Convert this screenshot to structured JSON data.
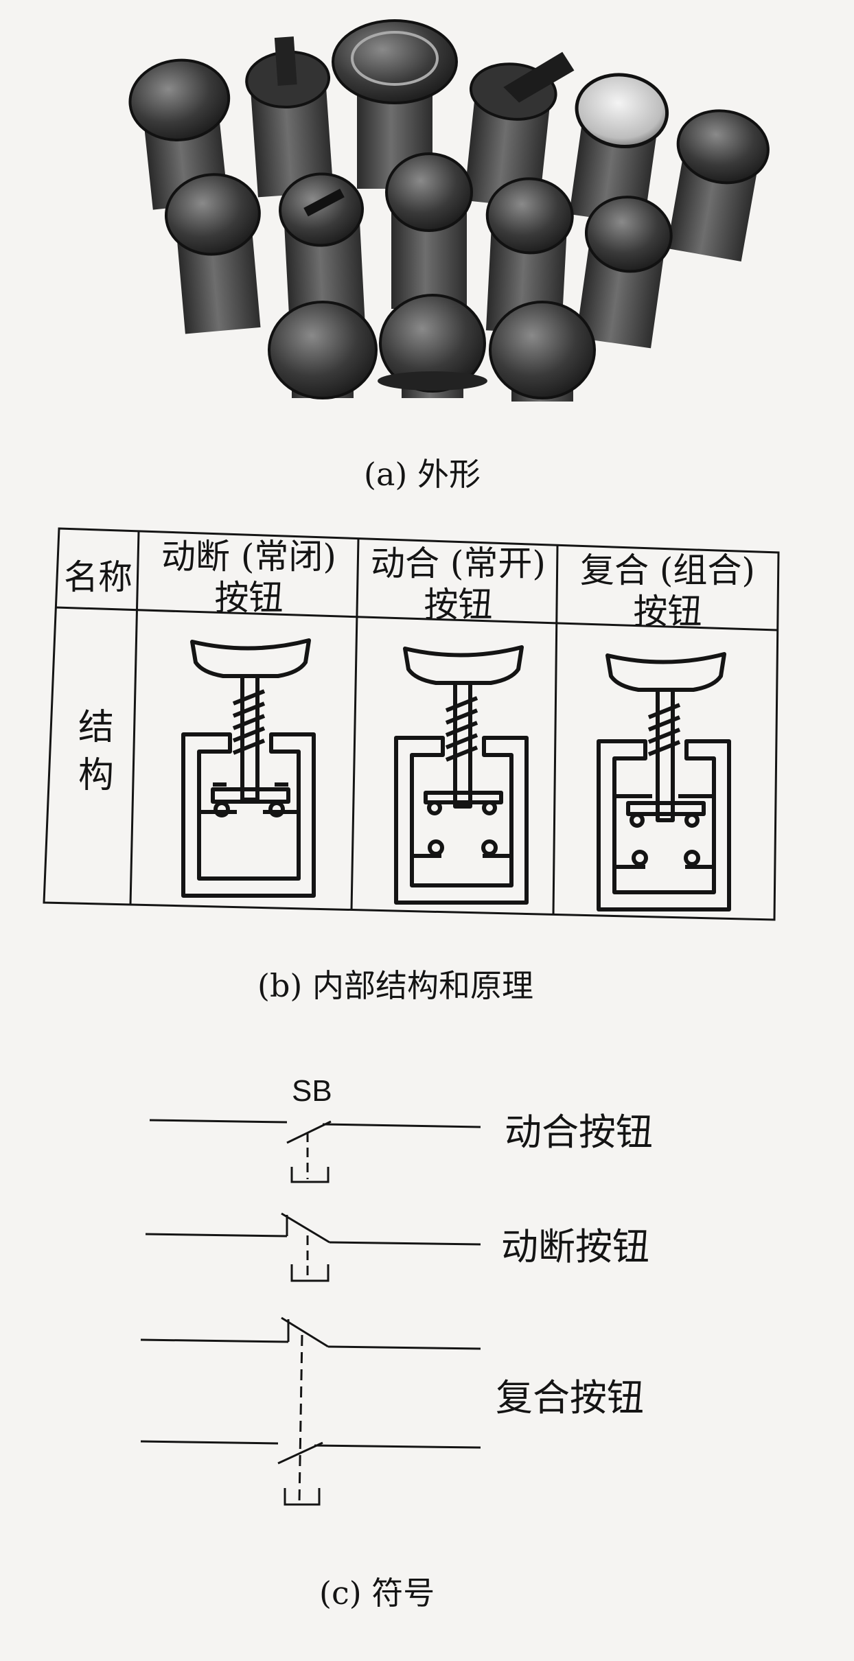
{
  "captions": {
    "a": "(a) 外形",
    "b": "(b) 内部结构和原理",
    "c": "(c) 符号"
  },
  "table": {
    "header_label": "名称",
    "columns": [
      {
        "line1": "动断 (常闭)",
        "line2": "按钮"
      },
      {
        "line1": "动合 (常开)",
        "line2": "按钮"
      },
      {
        "line1": "复合 (组合)",
        "line2": "按钮"
      }
    ],
    "row_label_line1": "结",
    "row_label_line2": "构"
  },
  "symbols": {
    "designator": "SB",
    "no_label": "动合按钮",
    "nc_label": "动断按钮",
    "compound_label": "复合按钮"
  }
}
